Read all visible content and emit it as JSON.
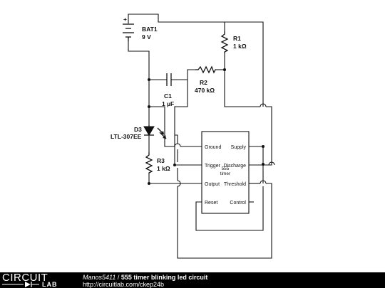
{
  "components": {
    "battery": {
      "name": "BAT1",
      "value": "9 V",
      "polarity": "+"
    },
    "r1": {
      "name": "R1",
      "value": "1 kΩ"
    },
    "r2": {
      "name": "R2",
      "value": "470 kΩ"
    },
    "c1": {
      "name": "C1",
      "value": "1 µF"
    },
    "d3": {
      "name": "D3",
      "value": "LTL-307EE"
    },
    "r3": {
      "name": "R3",
      "value": "1 kΩ"
    },
    "ic": {
      "name_line1": "555",
      "name_line2": "timer",
      "pins": {
        "ground": "Ground",
        "supply": "Supply",
        "trigger": "Trigger",
        "discharge": "Discharge",
        "output": "Output",
        "threshold": "Threshold",
        "reset": "Reset",
        "control": "Control"
      }
    }
  },
  "footer": {
    "logo_top": "CIRCUIT",
    "logo_bottom": "LAB",
    "author": "Manos5411",
    "separator": " / ",
    "title": "555 timer blinking led circuit",
    "url": "http://circuitlab.com/ckep24b"
  }
}
